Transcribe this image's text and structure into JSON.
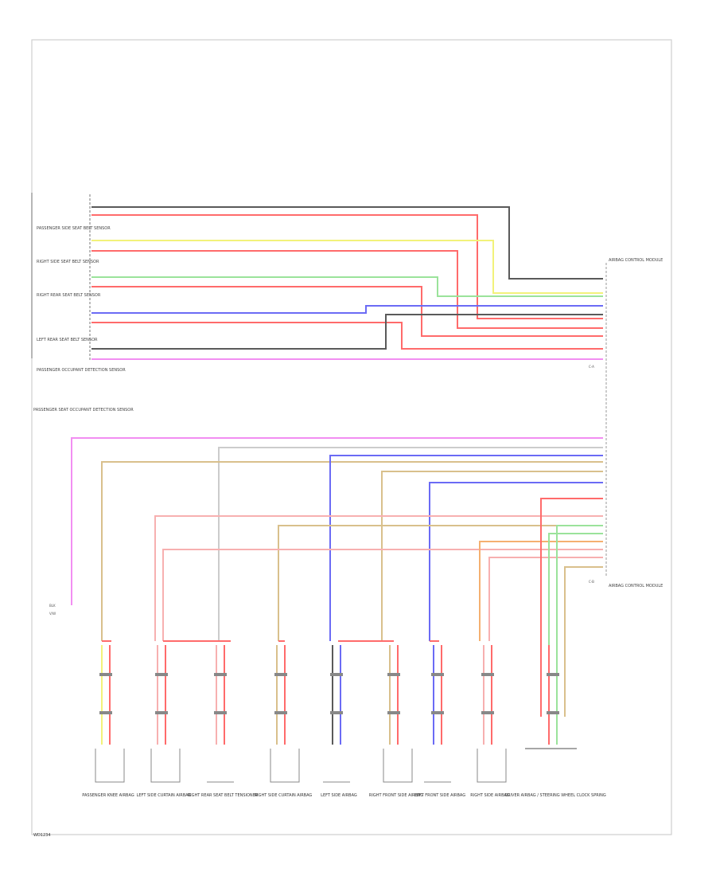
{
  "figure_id": "WD1234",
  "colors": {
    "black": "#5a5a5a",
    "red": "#ff6b6b",
    "yellow": "#f2f27a",
    "green": "#9be39b",
    "blue": "#6b6bf5",
    "violet": "#f28ef2",
    "orange": "#f5b070",
    "tan": "#d9c08c",
    "pink": "#f7b0b0",
    "grey": "#cccccc"
  },
  "top_connector": {
    "labels": [
      "PASSENGER SIDE SEAT BELT SENSOR",
      "RIGHT SIDE SEAT BELT SENSOR",
      "RIGHT REAR SEAT BELT SENSOR",
      "LEFT REAR SEAT BELT SENSOR",
      "PASSENGER OCCUPANT DETECTION SENSOR"
    ],
    "caption": "PASSENGER SEAT OCCUPANT DETECTION SENSOR"
  },
  "module": {
    "label_top": "AIRBAG CONTROL MODULE",
    "connector_a": "C-A",
    "connector_b": "C-B",
    "label_bottom": "AIRBAG CONTROL MODULE"
  },
  "left_connector": {
    "pin1": "BLK",
    "pin2": "V/W"
  },
  "sensors": [
    {
      "label": "PASSENGER KNEE AIRBAG"
    },
    {
      "label": "LEFT SIDE CURTAIN AIRBAG"
    },
    {
      "label": "RIGHT REAR SEAT BELT TENSIONER"
    },
    {
      "label": "RIGHT SIDE CURTAIN AIRBAG"
    },
    {
      "label": "LEFT SIDE AIRBAG"
    },
    {
      "label": "RIGHT FRONT SIDE AIRBAG"
    },
    {
      "label": "LEFT FRONT SIDE AIRBAG"
    },
    {
      "label": "RIGHT SIDE AIRBAG"
    },
    {
      "label": "DRIVER AIRBAG / STEERING WHEEL CLOCK SPRING"
    }
  ]
}
